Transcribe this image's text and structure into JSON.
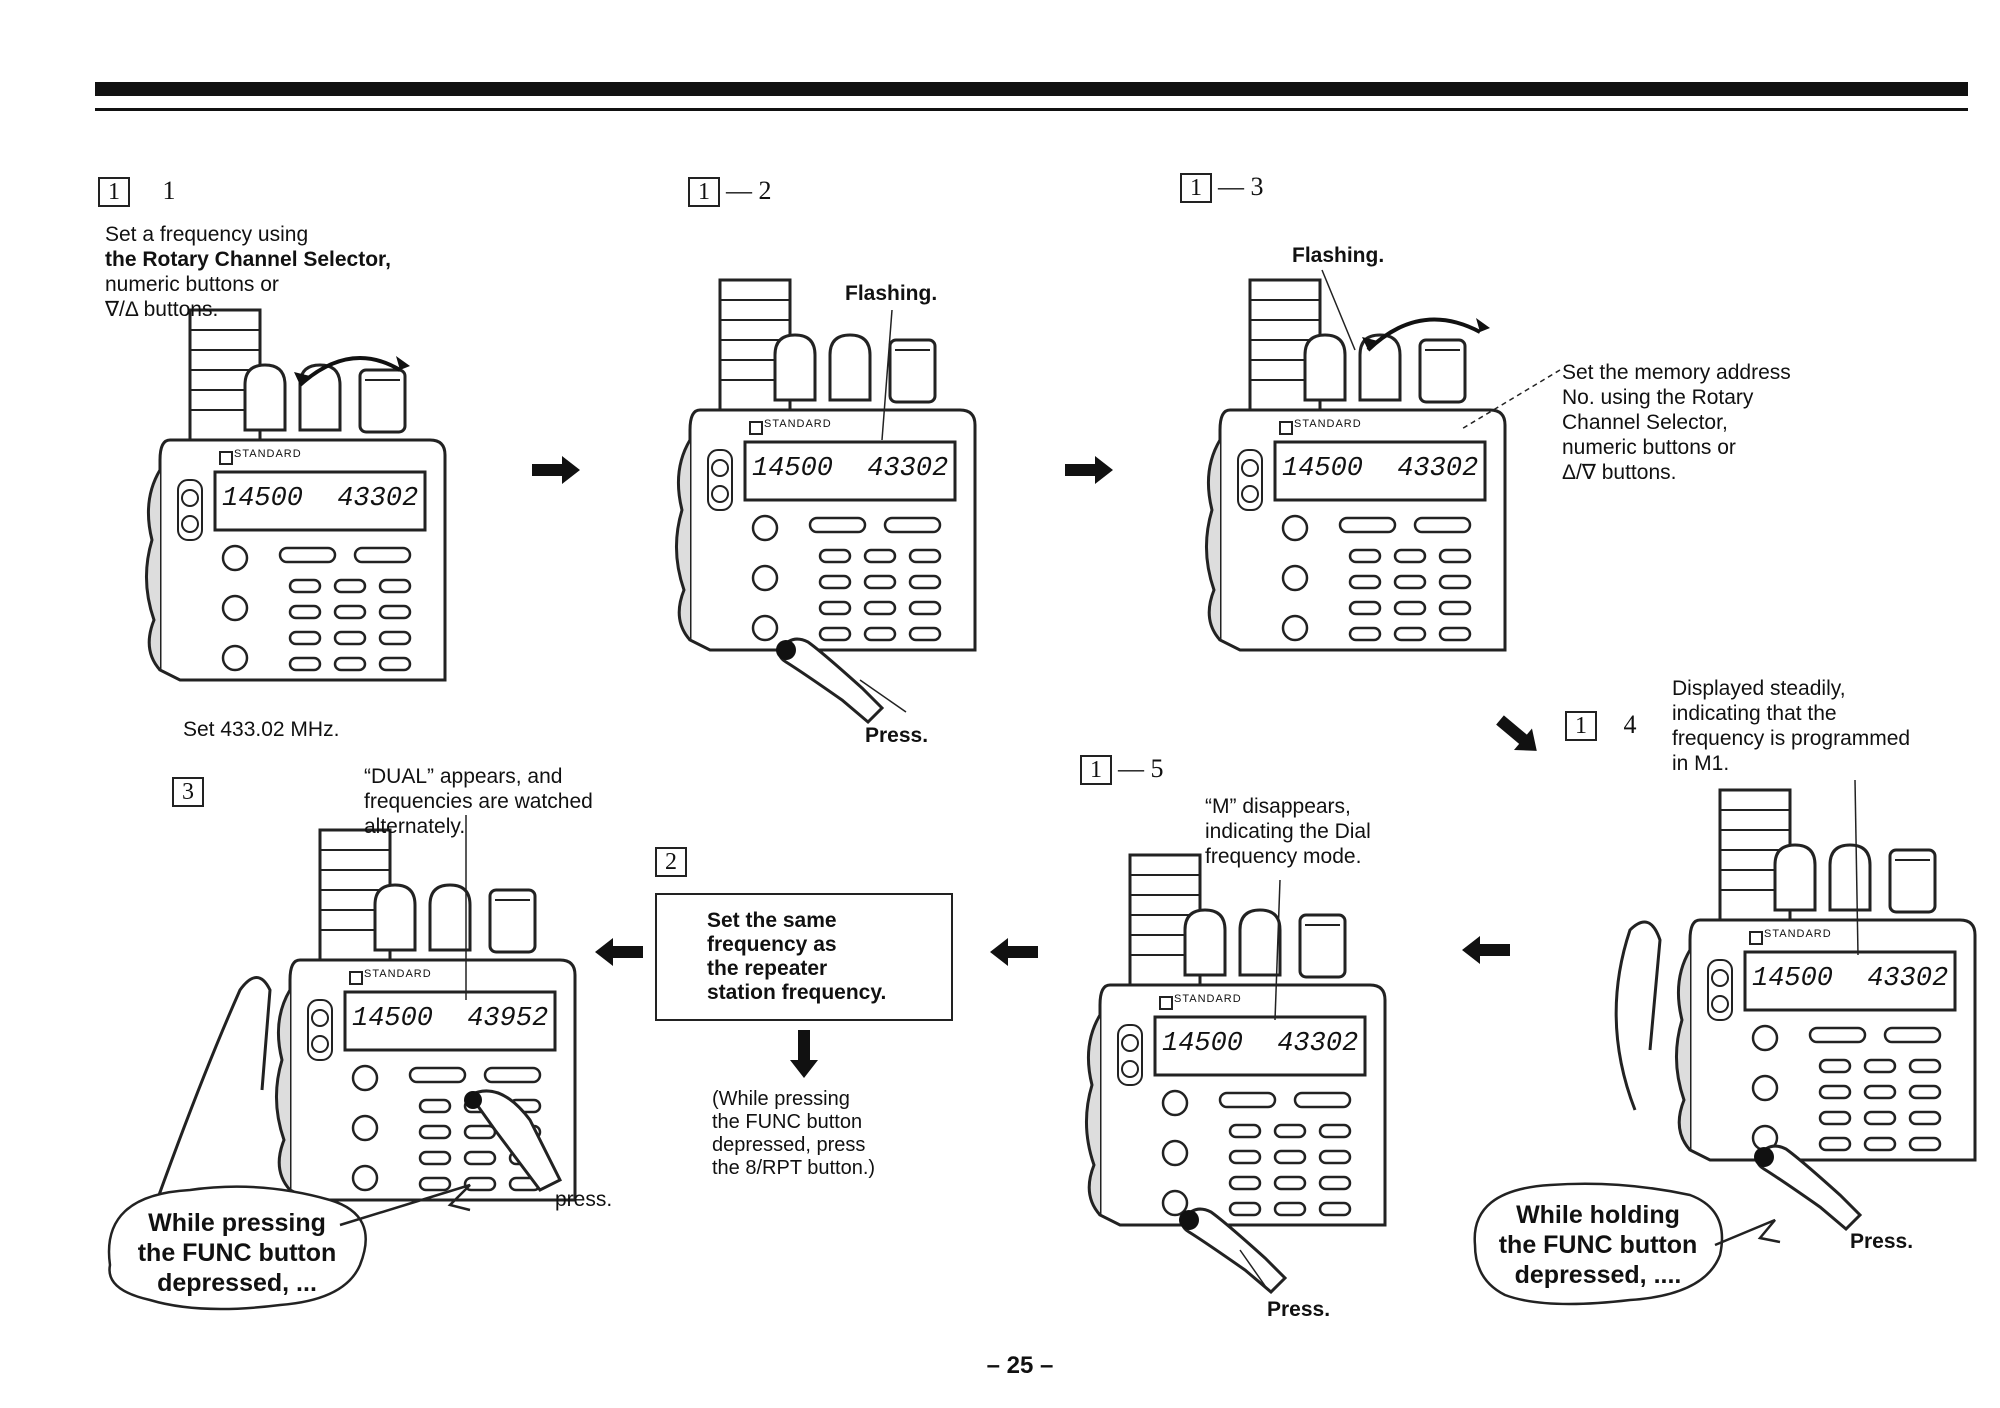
{
  "page_number": "– 25 –",
  "brand": "STANDARD",
  "steps": {
    "s1": {
      "box": "1",
      "label": "1"
    },
    "s2": {
      "box": "1",
      "label": "— 2"
    },
    "s3": {
      "box": "1",
      "label": "— 3"
    },
    "s4": {
      "box": "1",
      "label": "4"
    },
    "s5": {
      "box": "1",
      "label": "— 5"
    },
    "b2": {
      "box": "2"
    },
    "b3": {
      "box": "3"
    }
  },
  "text": {
    "set_freq": [
      "Set a frequency using",
      "the Rotary Channel Selector,",
      "numeric buttons or",
      "∇/Δ buttons."
    ],
    "set_433": "Set 433.02 MHz.",
    "flashing_a": "Flashing.",
    "flashing_b": "Flashing.",
    "press_a": "Press.",
    "press_b": "Press.",
    "press_c": "Press.",
    "press_lower": "press.",
    "memory_addr": [
      "Set the memory address",
      "No. using the Rotary",
      "Channel Selector,",
      "numeric buttons or",
      "Δ/∇ buttons."
    ],
    "displayed": [
      "Displayed steadily,",
      "indicating that the",
      "frequency is programmed",
      "in M1."
    ],
    "m_disappears": [
      "“M” disappears,",
      "indicating the Dial",
      "frequency mode."
    ],
    "dual": [
      "“DUAL” appears, and",
      "frequencies are watched",
      "alternately."
    ],
    "instruction": [
      "Set the same",
      "frequency as",
      "the repeater",
      "station frequency."
    ],
    "while_pressing_note": [
      "(While pressing",
      "the FUNC button",
      "depressed, press",
      "the 8/RPT button.)"
    ],
    "bubble_pressing": [
      "While pressing",
      "the FUNC button",
      "depressed, ..."
    ],
    "bubble_holding": [
      "While holding",
      "the FUNC button",
      "depressed, ...."
    ]
  },
  "displays": {
    "r1": [
      "14500",
      "43302"
    ],
    "r2": [
      "14500",
      "43302"
    ],
    "r3": [
      "14500",
      "43302"
    ],
    "r4": [
      "14500",
      "43302"
    ],
    "r5": [
      "14500",
      "43302"
    ],
    "r6": [
      "14500",
      "43952"
    ]
  },
  "icons": {
    "arrow": "arrow-icon",
    "rotate": "rotate-arrow-icon",
    "finger": "finger-icon"
  }
}
